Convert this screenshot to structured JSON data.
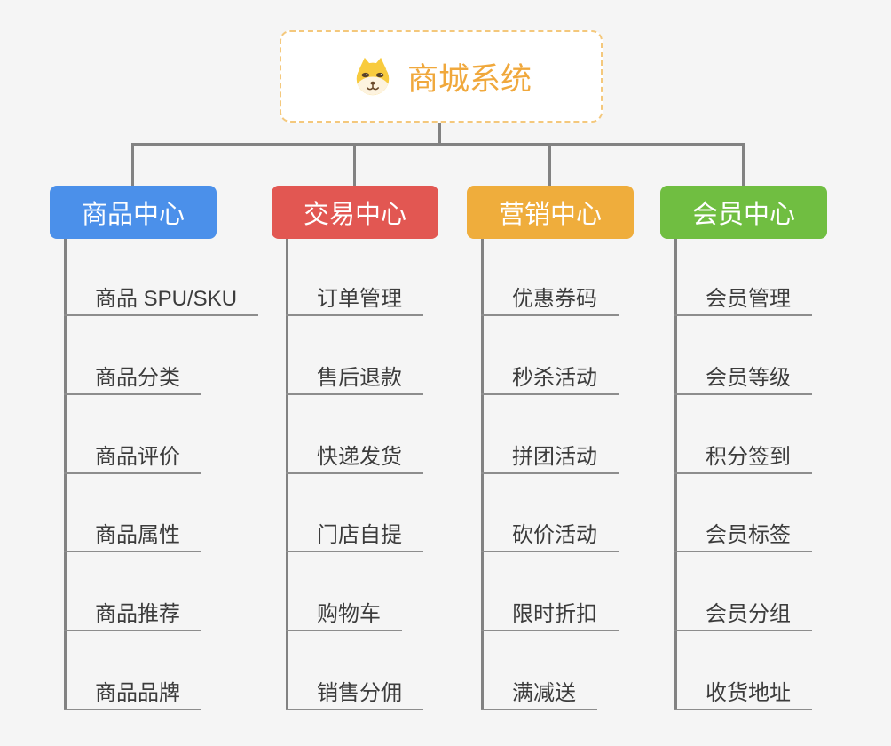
{
  "root": {
    "title": "商城系统",
    "icon": "doge-icon",
    "title_color": "#F0A83C",
    "border_color": "#F4C87C"
  },
  "connector_color": "#828282",
  "background_color": "#F5F5F5",
  "branches": [
    {
      "label": "商品中心",
      "color": "#4B90EA",
      "items": [
        "商品 SPU/SKU",
        "商品分类",
        "商品评价",
        "商品属性",
        "商品推荐",
        "商品品牌"
      ]
    },
    {
      "label": "交易中心",
      "color": "#E25752",
      "items": [
        "订单管理",
        "售后退款",
        "快递发货",
        "门店自提",
        "购物车",
        "销售分佣"
      ]
    },
    {
      "label": "营销中心",
      "color": "#EFAD3C",
      "items": [
        "优惠券码",
        "秒杀活动",
        "拼团活动",
        "砍价活动",
        "限时折扣",
        "满减送"
      ]
    },
    {
      "label": "会员中心",
      "color": "#70BE41",
      "items": [
        "会员管理",
        "会员等级",
        "积分签到",
        "会员标签",
        "会员分组",
        "收货地址"
      ]
    }
  ]
}
